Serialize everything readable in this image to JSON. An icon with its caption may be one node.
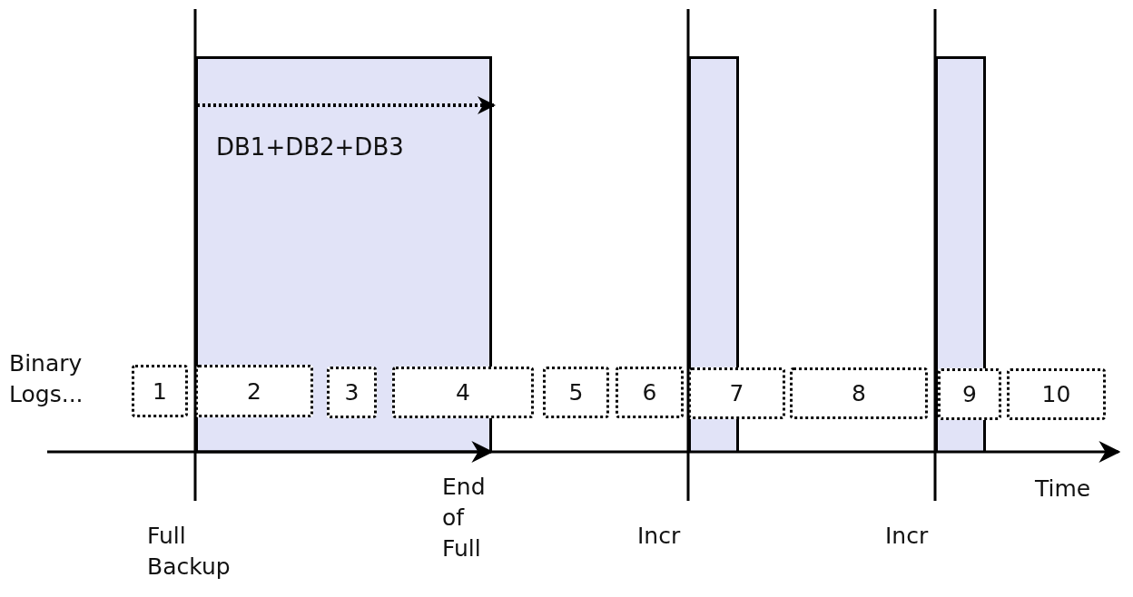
{
  "diagram": {
    "nodes": [
      {
        "text": [
          "DB1+DB2+DB3"
        ]
      },
      {
        "text": [],
        "shape": "bar"
      },
      {
        "text": [],
        "shape": "bar"
      },
      {
        "text": [
          "1"
        ]
      },
      {
        "text": [
          "2"
        ],
        "in": 0
      },
      {
        "text": [
          "3"
        ],
        "in": 0
      },
      {
        "text": [
          "4"
        ]
      },
      {
        "text": [
          "5"
        ]
      },
      {
        "text": [
          "6"
        ]
      },
      {
        "text": [
          "7"
        ]
      },
      {
        "text": [
          "8"
        ]
      },
      {
        "text": [
          "9"
        ]
      },
      {
        "text": [
          "10"
        ]
      }
    ],
    "labels": [
      "Binary Logs...",
      "Full Backup",
      "End of Full",
      "Incr",
      "Incr",
      "Time"
    ]
  }
}
